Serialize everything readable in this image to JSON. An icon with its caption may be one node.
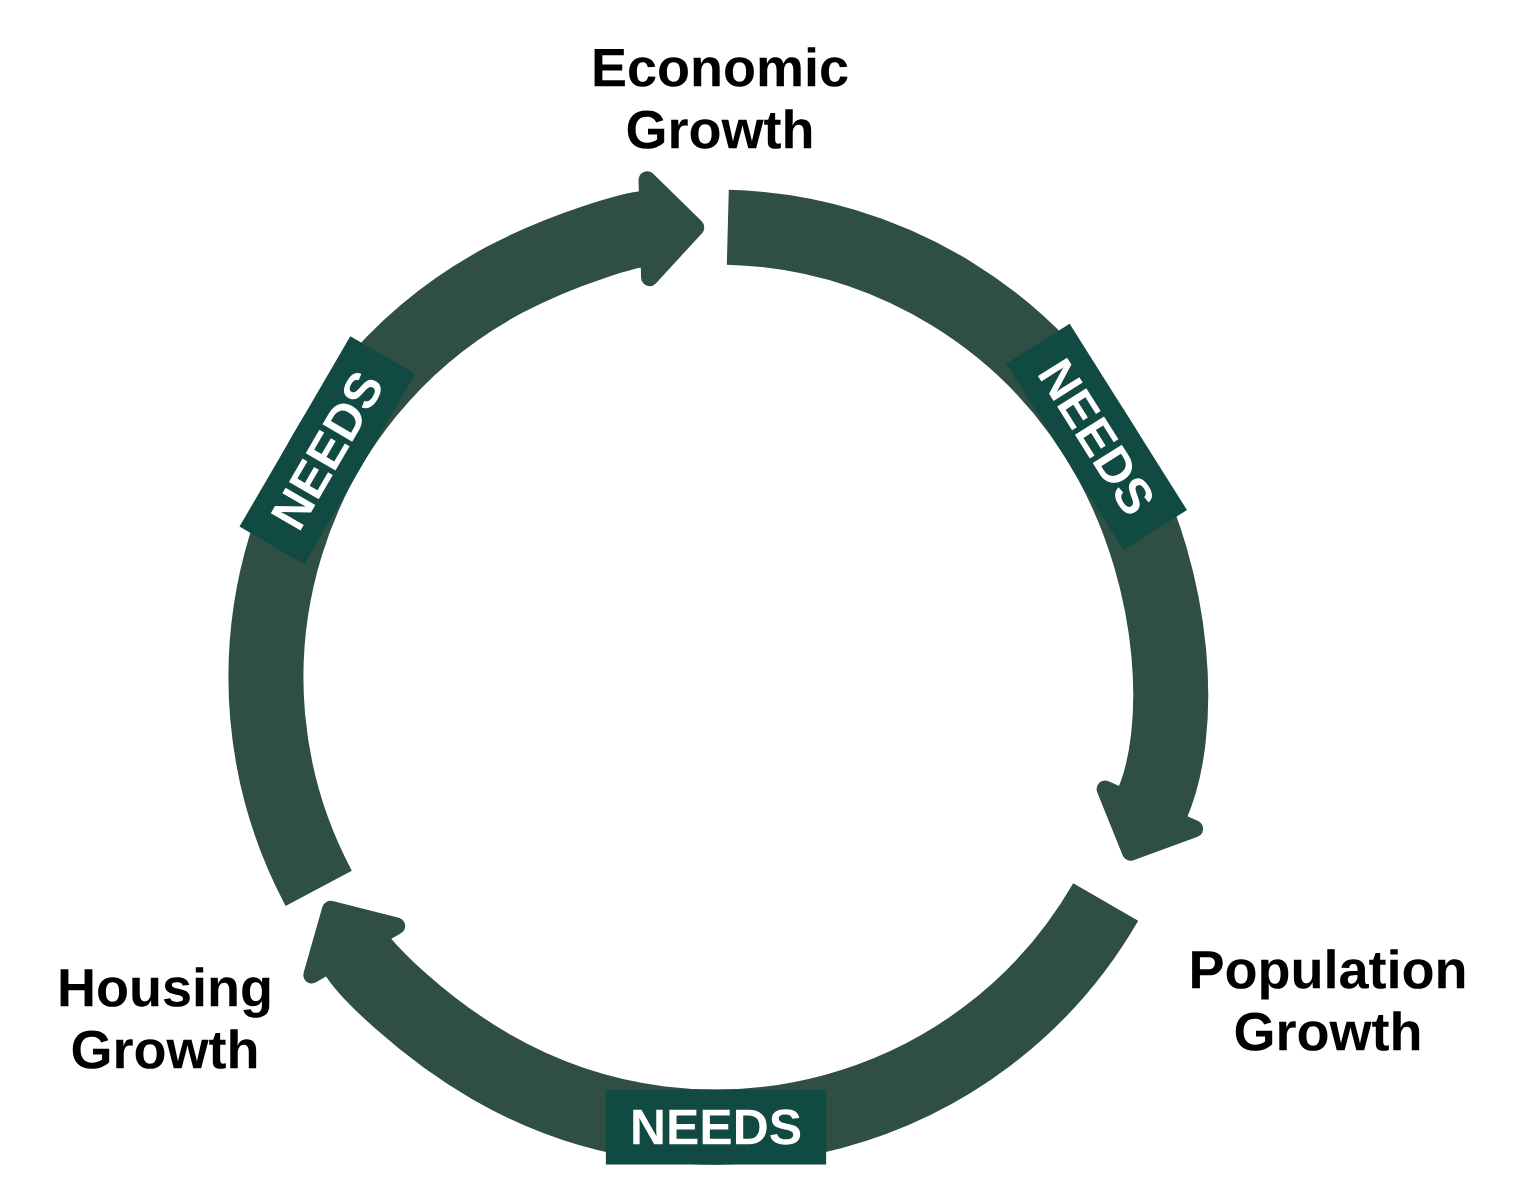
{
  "diagram": {
    "nodes": [
      {
        "text": [
          "Economic Growth"
        ]
      },
      {
        "text": [
          "Population Growth"
        ]
      },
      {
        "text": [
          "Housing Growth"
        ]
      }
    ],
    "edges": [
      {
        "from": 0,
        "to": 1,
        "arrow": "to",
        "label": "NEEDS"
      },
      {
        "from": 1,
        "to": 2,
        "arrow": "to",
        "label": "NEEDS"
      },
      {
        "from": 2,
        "to": 0,
        "arrow": "to",
        "label": "NEEDS"
      }
    ]
  }
}
